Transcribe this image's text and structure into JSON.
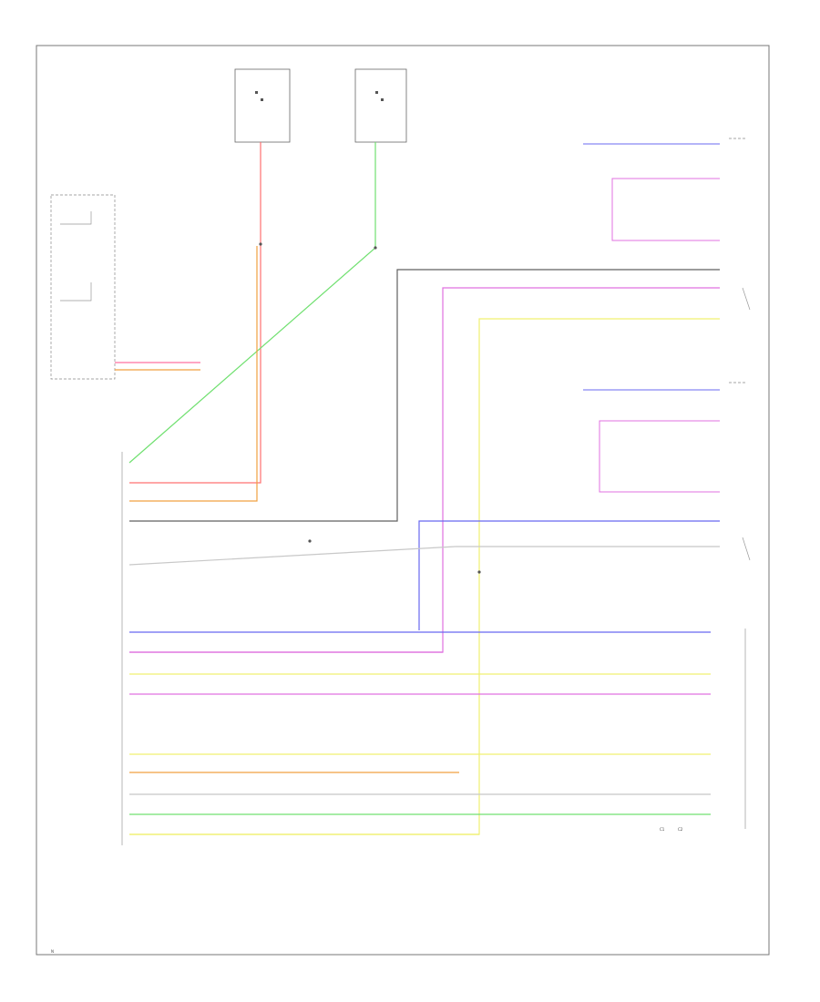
{
  "diagram": {
    "colors": {
      "red": "#ff7070",
      "green": "#70e070",
      "orange": "#f0a040",
      "gray": "#606060",
      "magenta": "#e070e0",
      "yellow": "#f0f070",
      "blue": "#6868f0",
      "light_gray": "#c8c8c8",
      "pink": "#ff70a0",
      "brown": "#a05030",
      "peach": "#f8b890"
    },
    "legible_text": [
      "C1",
      "C2",
      "N"
    ],
    "wires": [
      {
        "id": "w-red-fuse-to-module",
        "color": "red"
      },
      {
        "id": "w-green-fuse-to-module",
        "color": "green"
      },
      {
        "id": "w-orange-fuse-to-module",
        "color": "orange"
      },
      {
        "id": "w-gray-feed",
        "color": "gray"
      },
      {
        "id": "w-magenta-feed",
        "color": "magenta"
      },
      {
        "id": "w-yellow-feed",
        "color": "yellow"
      },
      {
        "id": "w-blue-feed",
        "color": "blue"
      },
      {
        "id": "w-light-gray-feed",
        "color": "light_gray"
      },
      {
        "id": "w-pink-switch",
        "color": "pink"
      },
      {
        "id": "w-orange-switch",
        "color": "orange"
      },
      {
        "id": "w-lower-blue",
        "color": "blue"
      },
      {
        "id": "w-lower-magenta",
        "color": "magenta"
      },
      {
        "id": "w-lower-yellow-1",
        "color": "yellow"
      },
      {
        "id": "w-lower-magenta-2",
        "color": "magenta"
      },
      {
        "id": "w-lower-yellow-2",
        "color": "yellow"
      },
      {
        "id": "w-lower-orange",
        "color": "orange"
      },
      {
        "id": "w-lower-light-gray",
        "color": "light_gray"
      },
      {
        "id": "w-lower-green",
        "color": "green"
      },
      {
        "id": "w-lower-yellow-3",
        "color": "yellow"
      }
    ]
  }
}
